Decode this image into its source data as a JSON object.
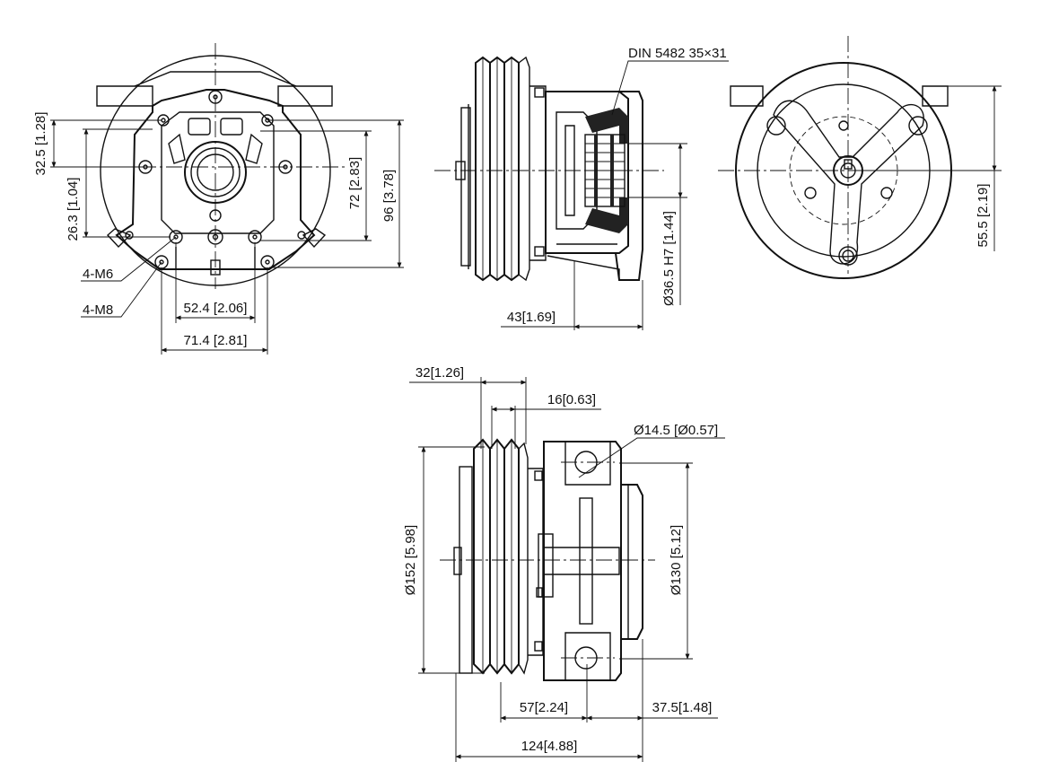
{
  "dimensions": {
    "front": {
      "d32_5": "32.5 [1.28]",
      "d26_3": "26.3 [1.04]",
      "d72": "72 [2.83]",
      "d96": "96 [3.78]",
      "m6": "4-M6",
      "m8": "4-M8",
      "d52_4": "52.4 [2.06]",
      "d71_4": "71.4 [2.81]"
    },
    "side": {
      "din": "DIN 5482 35×31",
      "d36_5": "Ø36.5 H7 [1.44]",
      "d43": "43[1.69]"
    },
    "rear": {
      "d55_5": "55.5 [2.19]"
    },
    "bottom": {
      "d32": "32[1.26]",
      "d16": "16[0.63]",
      "d14_5": "Ø14.5 [Ø0.57]",
      "d152": "Ø152 [5.98]",
      "d130": "Ø130 [5.12]",
      "d57": "57[2.24]",
      "d37_5": "37.5[1.48]",
      "d124": "124[4.88]"
    }
  }
}
